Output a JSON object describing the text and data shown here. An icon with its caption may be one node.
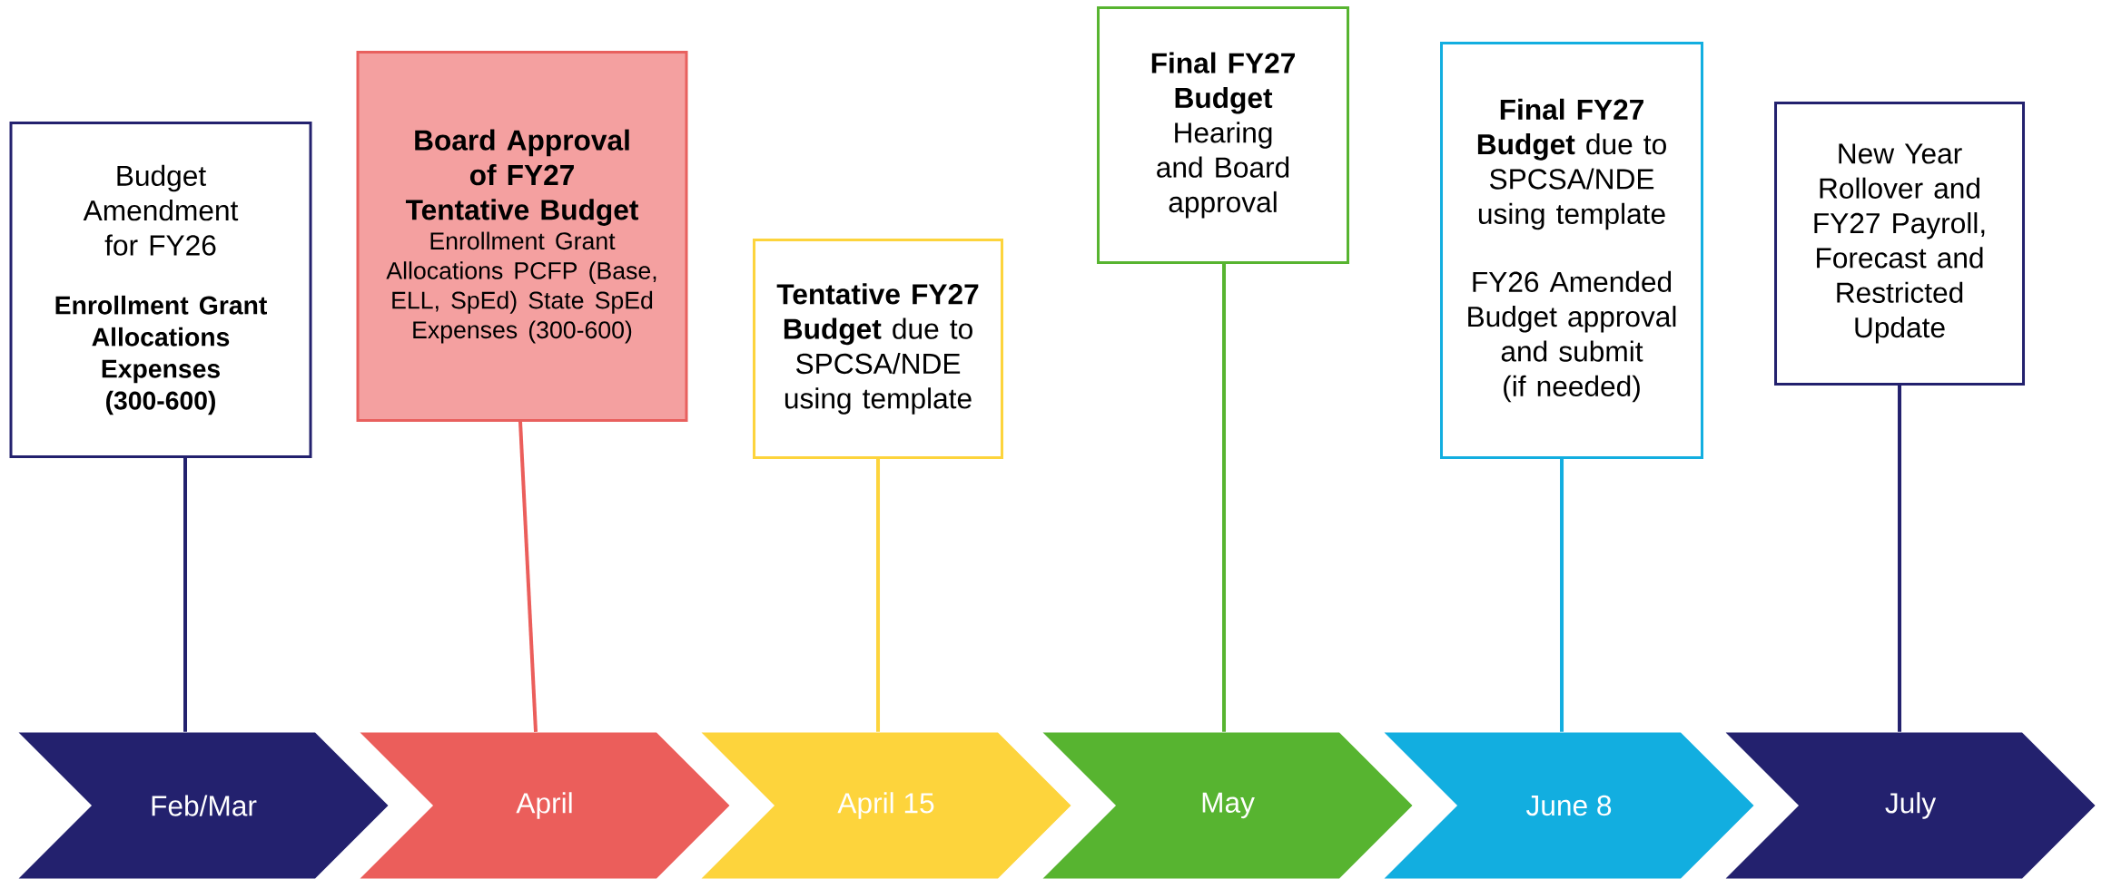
{
  "diagram": {
    "nodes": [
      {
        "text": [
          "Budget Amendment for FY26",
          "Enrollment Grant Allocations Expenses (300-600)"
        ]
      },
      {
        "text": [
          "Board Approval of FY27 Tentative Budget",
          "Enrollment Grant Allocations PCFP (Base, ELL, SpEd) State SpEd Expenses (300-600)"
        ]
      },
      {
        "text": [
          "**Tentative FY27 Budget** due to SPCSA/NDE using template"
        ]
      },
      {
        "text": [
          "Final FY27 Budget",
          "Hearing and Board approval"
        ]
      },
      {
        "text": [
          "**Final FY27 Budget** due to SPCSA/NDE using template",
          "FY26 Amended Budget approval and submit (if needed)"
        ]
      },
      {
        "text": [
          "New Year Rollover and FY27 Payroll, Forecast and Restricted Update"
        ]
      },
      {
        "text": [
          "Feb/Mar"
        ]
      },
      {
        "text": [
          "April"
        ]
      },
      {
        "text": [
          "April 15"
        ]
      },
      {
        "text": [
          "May"
        ]
      },
      {
        "text": [
          "June 8"
        ]
      },
      {
        "text": [
          "July"
        ]
      }
    ],
    "edges": [
      {
        "from": 0,
        "to": 6,
        "arrow": "none",
        "color": "#23216e"
      },
      {
        "from": 1,
        "to": 7,
        "arrow": "none",
        "color": "#eb5e5b"
      },
      {
        "from": 2,
        "to": 8,
        "arrow": "none",
        "color": "#fdd43c"
      },
      {
        "from": 3,
        "to": 9,
        "arrow": "none",
        "color": "#57b430"
      },
      {
        "from": 4,
        "to": 10,
        "arrow": "none",
        "color": "#12aee0"
      },
      {
        "from": 5,
        "to": 11,
        "arrow": "none",
        "color": "#23216e"
      }
    ]
  }
}
